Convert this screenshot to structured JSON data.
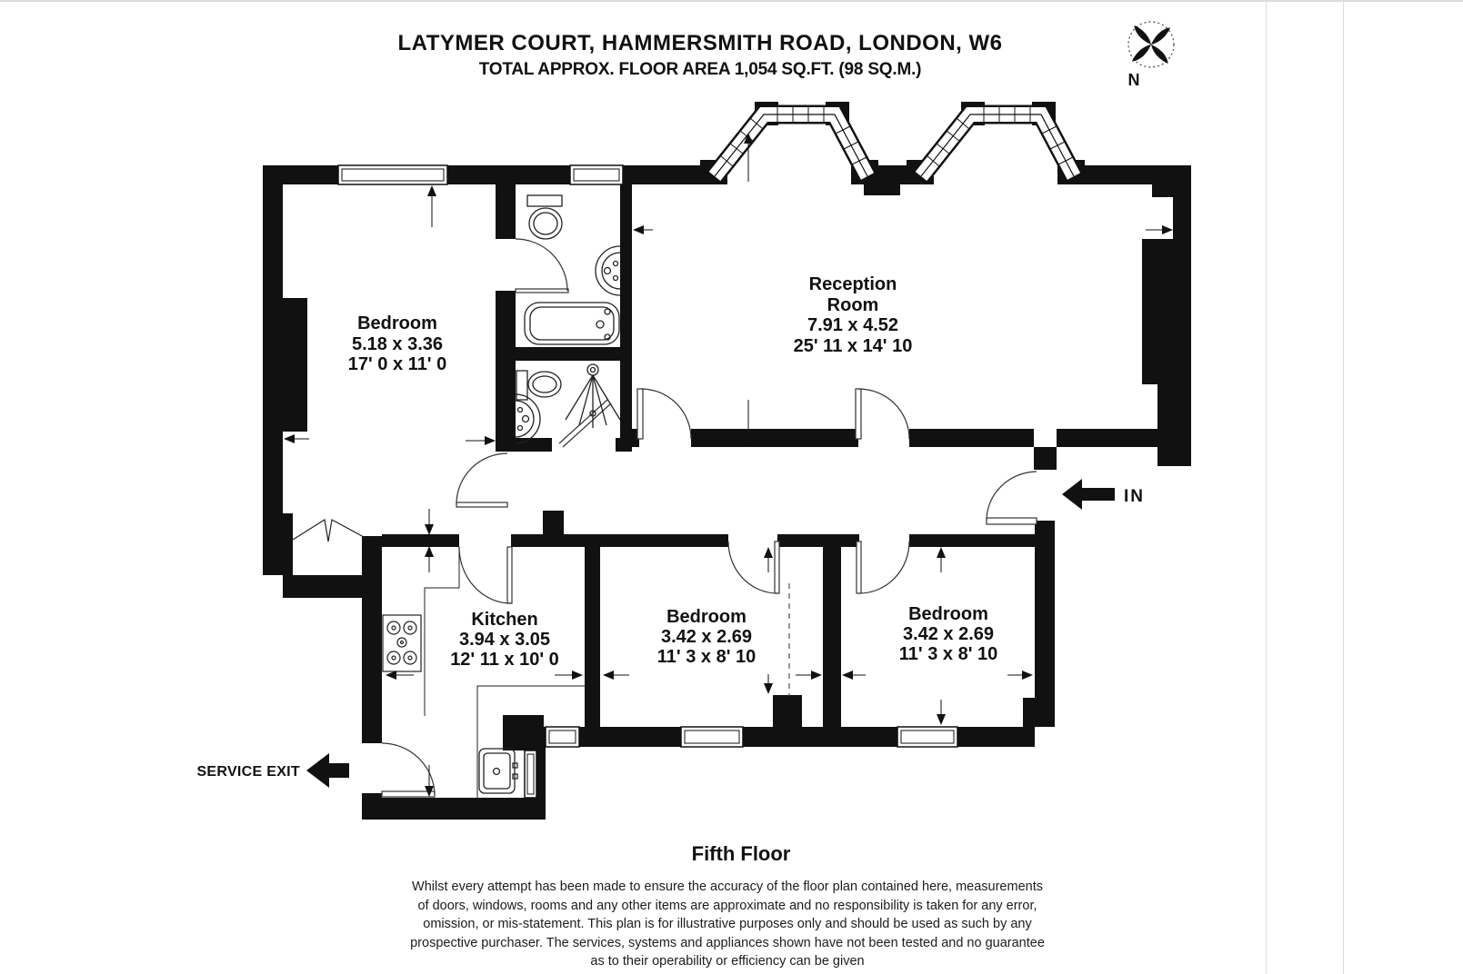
{
  "header": {
    "title": "LATYMER COURT, HAMMERSMITH ROAD, LONDON, W6",
    "subtitle": "TOTAL APPROX. FLOOR AREA 1,054 SQ.FT. (98 SQ.M.)"
  },
  "compass": {
    "north_label": "N"
  },
  "rooms": {
    "bedroom1": {
      "name": "Bedroom",
      "metric": "5.18 x 3.36",
      "imperial": "17' 0 x 11' 0"
    },
    "reception": {
      "name_line1": "Reception",
      "name_line2": "Room",
      "metric": "7.91 x 4.52",
      "imperial": "25' 11 x 14' 10"
    },
    "kitchen": {
      "name": "Kitchen",
      "metric": "3.94 x 3.05",
      "imperial": "12' 11 x 10' 0"
    },
    "bedroom2": {
      "name": "Bedroom",
      "metric": "3.42 x 2.69",
      "imperial": "11' 3 x 8' 10"
    },
    "bedroom3": {
      "name": "Bedroom",
      "metric": "3.42 x 2.69",
      "imperial": "11' 3 x 8' 10"
    }
  },
  "annotations": {
    "entrance_label": "IN",
    "service_exit_label": "SERVICE EXIT",
    "floor_label": "Fifth Floor"
  },
  "disclaimer": {
    "lines": [
      "Whilst every attempt has been made to ensure the accuracy of the floor plan contained here, measurements",
      "of doors, windows, rooms and any other items are approximate and no responsibility is taken for any error,",
      "omission, or mis-statement. This plan is for illustrative purposes only and should be used as such by any",
      "prospective purchaser. The services, systems and appliances shown have not been tested and no guarantee",
      "as to their operability or efficiency can be given"
    ]
  },
  "colors": {
    "ink": "#111111",
    "background": "#ffffff"
  }
}
